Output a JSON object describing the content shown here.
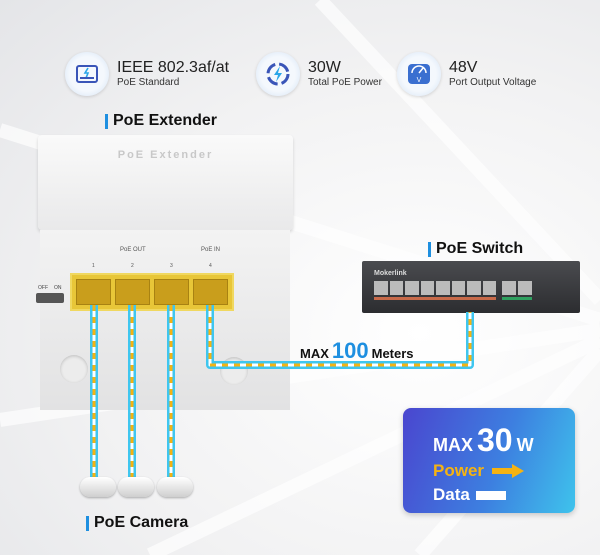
{
  "features": [
    {
      "icon": "ethernet-port-icon",
      "title": "IEEE 802.3af/at",
      "subtitle": "PoE Standard"
    },
    {
      "icon": "lightning-icon",
      "title": "30W",
      "subtitle": "Total PoE Power"
    },
    {
      "icon": "voltmeter-icon",
      "title": "48V",
      "subtitle": "Port Output Voltage"
    }
  ],
  "extender": {
    "label": "PoE Extender",
    "lid_text": "PoE Extender",
    "out_label": "PoE OUT",
    "in_label": "PoE IN",
    "ports": [
      "1",
      "2",
      "3",
      "4"
    ],
    "switch_off": "OFF",
    "switch_on": "ON"
  },
  "switch": {
    "label": "PoE Switch",
    "brand": "Mokerlink"
  },
  "distance": {
    "prefix": "MAX",
    "value": "100",
    "suffix": "Meters"
  },
  "camera": {
    "label": "PoE Camera"
  },
  "legend": {
    "max_prefix": "MAX",
    "max_value": "30",
    "max_unit": "W",
    "power": "Power",
    "data": "Data"
  },
  "colors": {
    "accent": "#1e8fe0",
    "power": "#f5b312",
    "cable": "#3fc6ef",
    "box_start": "#4a46cf",
    "box_end": "#3ec3ec"
  }
}
